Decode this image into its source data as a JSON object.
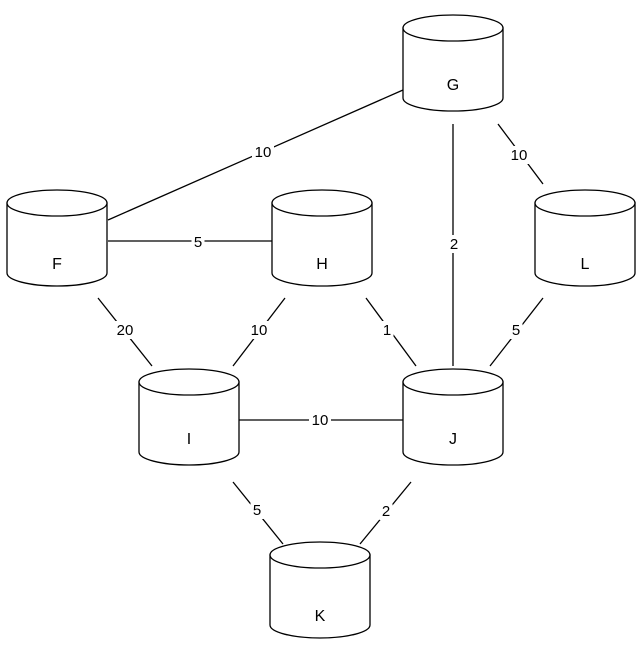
{
  "diagram": {
    "nodes": [
      {
        "id": "G",
        "label": "G"
      },
      {
        "id": "F",
        "label": "F"
      },
      {
        "id": "H",
        "label": "H"
      },
      {
        "id": "L",
        "label": "L"
      },
      {
        "id": "I",
        "label": "I"
      },
      {
        "id": "J",
        "label": "J"
      },
      {
        "id": "K",
        "label": "K"
      }
    ],
    "edges": [
      {
        "from": "F",
        "to": "G",
        "weight": "10"
      },
      {
        "from": "F",
        "to": "H",
        "weight": "5"
      },
      {
        "from": "G",
        "to": "J",
        "weight": "2"
      },
      {
        "from": "G",
        "to": "L",
        "weight": "10"
      },
      {
        "from": "F",
        "to": "I",
        "weight": "20"
      },
      {
        "from": "H",
        "to": "I",
        "weight": "10"
      },
      {
        "from": "H",
        "to": "J",
        "weight": "1"
      },
      {
        "from": "L",
        "to": "J",
        "weight": "5"
      },
      {
        "from": "I",
        "to": "J",
        "weight": "10"
      },
      {
        "from": "I",
        "to": "K",
        "weight": "5"
      },
      {
        "from": "J",
        "to": "K",
        "weight": "2"
      }
    ]
  }
}
